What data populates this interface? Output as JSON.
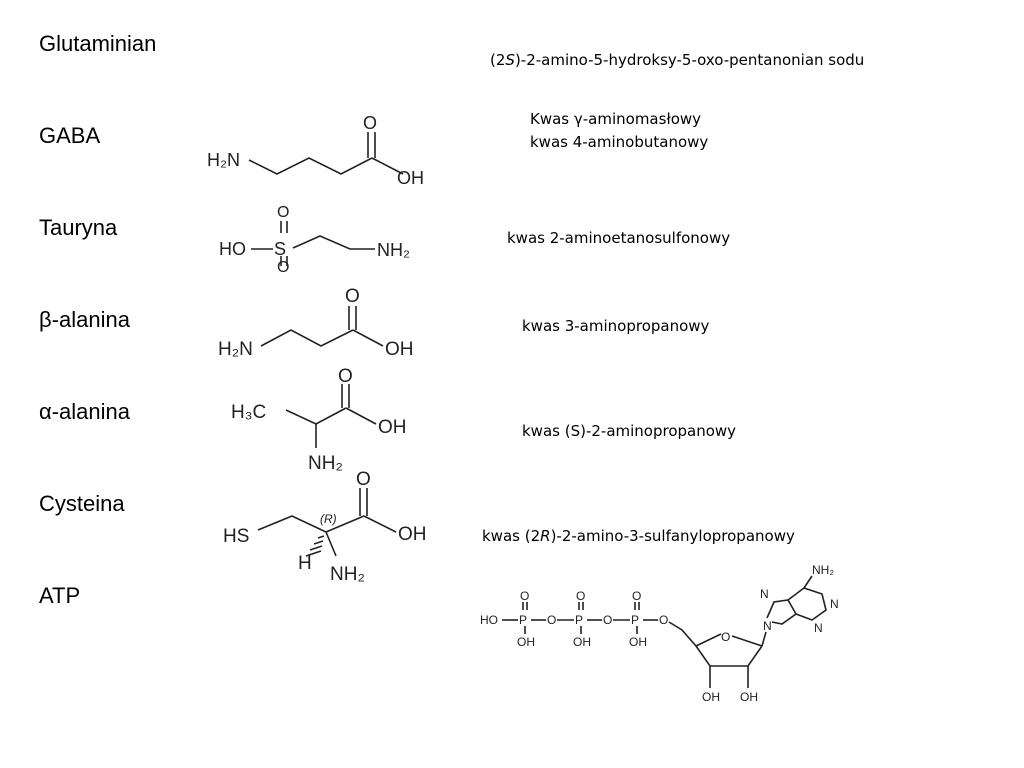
{
  "compounds": [
    {
      "label": "Glutaminian",
      "name_parts": [
        "(2",
        "S",
        ")-2-amino-5-hydroksy-5-oxo-pentanonian sodu"
      ]
    },
    {
      "label": "GABA",
      "names": [
        "Kwas γ-aminomasłowy",
        "kwas 4-aminobutanowy"
      ]
    },
    {
      "label": "Tauryna",
      "name": "kwas 2-aminoetanosulfonowy"
    },
    {
      "label_symbol": "β",
      "label_rest": "-alanina",
      "name": "kwas 3-aminopropanowy"
    },
    {
      "label_symbol": "α",
      "label_rest": "-alanina",
      "name": "kwas (S)-2-aminopropanowy"
    },
    {
      "label": "Cysteina",
      "name_parts": [
        "kwas (2",
        "R",
        ")-2-amino-3-sulfanylopropanowy"
      ]
    },
    {
      "label": "ATP"
    }
  ],
  "structures": {
    "gaba": {
      "o": "O",
      "h2n": "H₂N",
      "oh": "OH"
    },
    "taurine": {
      "ho": "HO",
      "s": "S",
      "o_top": "O",
      "o_bottom": "O",
      "nh2": "NH₂"
    },
    "beta_alanine": {
      "o": "O",
      "h2n": "H₂N",
      "oh": "OH"
    },
    "alpha_alanine": {
      "o": "O",
      "h3c": "H₃C",
      "oh": "OH",
      "nh2": "NH₂"
    },
    "cysteine": {
      "o": "O",
      "hs": "HS",
      "r": "(R)",
      "oh": "OH",
      "h": "H",
      "nh2": "NH₂"
    },
    "atp": {
      "ho": "HO",
      "p1": "P",
      "p2": "P",
      "p3": "P",
      "o_bridge1": "O",
      "o_bridge2": "O",
      "o_bridge3": "O",
      "o_top1": "O",
      "o_top2": "O",
      "o_top3": "O",
      "oh_bottom1": "OH",
      "oh_bottom2": "OH",
      "oh_bottom3": "OH",
      "ring_o": "O",
      "n9": "N",
      "n7": "N",
      "n1": "N",
      "n3": "N",
      "nh2": "NH₂",
      "oh2": "OH",
      "oh3": "OH"
    }
  }
}
